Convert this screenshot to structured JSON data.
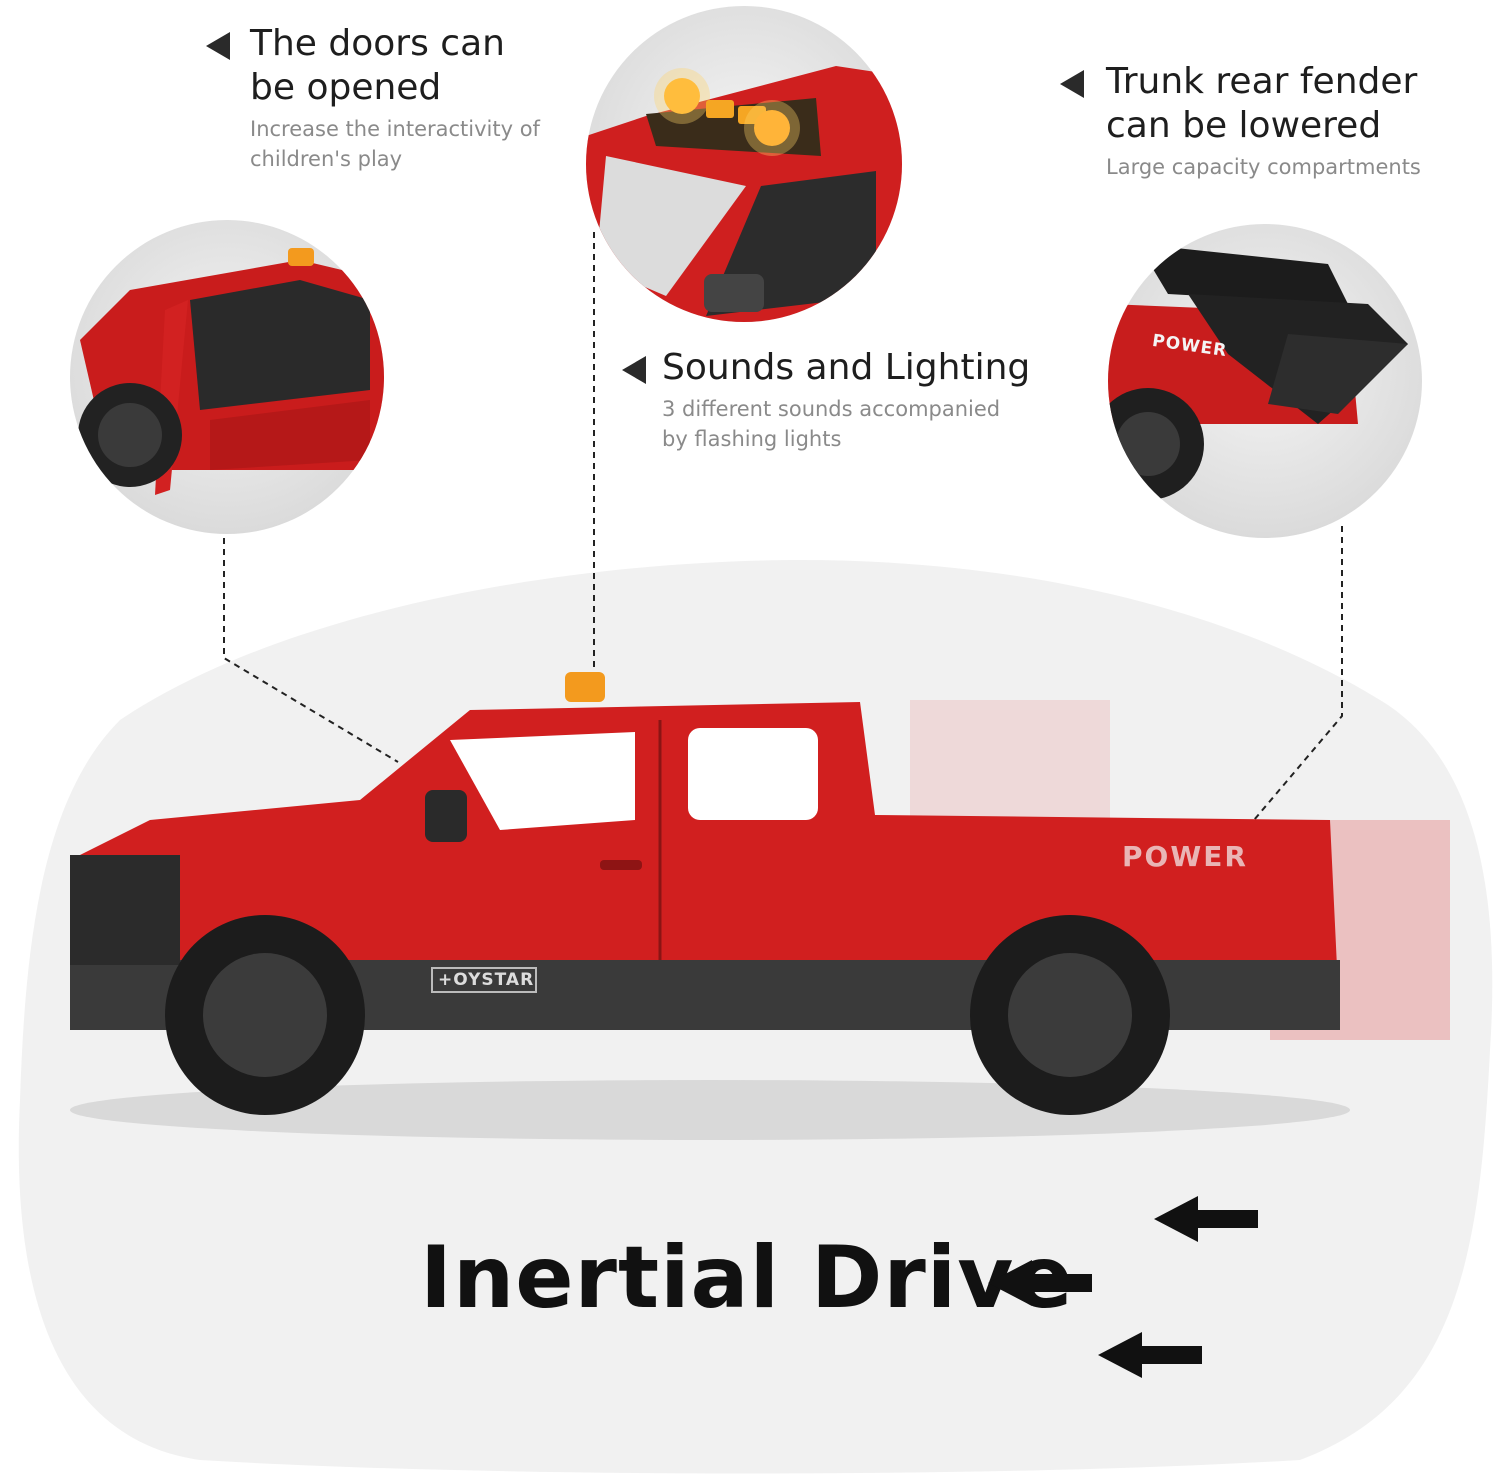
{
  "features": {
    "doors": {
      "title": "The doors can\nbe opened",
      "desc": "Increase the interactivity of\nchildren's play",
      "icon": "triangle-left-icon"
    },
    "sounds": {
      "title": "Sounds and Lighting",
      "desc": "3 different sounds accompanied\nby flashing lights",
      "icon": "triangle-left-icon"
    },
    "trunk": {
      "title": "Trunk rear fender\ncan be lowered",
      "desc": "Large capacity compartments",
      "icon": "triangle-left-icon"
    }
  },
  "truck": {
    "decal": "POWER",
    "brand": "+OYSTAR"
  },
  "headline": "Inertial Drive",
  "colors": {
    "truck_red": "#d11f1f",
    "beacon_orange": "#f39a1e",
    "background_blob": "#f1f1f1"
  }
}
